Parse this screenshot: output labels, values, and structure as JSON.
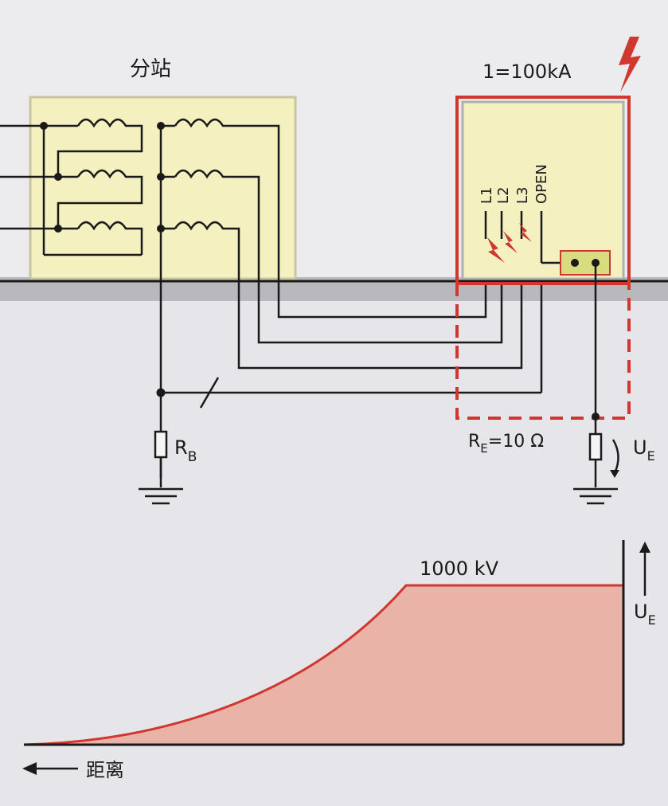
{
  "substation": {
    "label": "分站"
  },
  "current": {
    "label": "1=100kA"
  },
  "conductors": {
    "l1": "L1",
    "l2": "L2",
    "l3": "L3",
    "open": "OPEN"
  },
  "station_resistor": {
    "symbol": "R",
    "subscript": "B"
  },
  "earth_resistor": {
    "symbol": "R",
    "subscript": "E",
    "value": "=10 Ω"
  },
  "earth_voltage": {
    "symbol": "U",
    "subscript": "E"
  },
  "voltage_profile": {
    "peak_label": "1000 kV",
    "axis_label": "距离"
  },
  "colors": {
    "red": "#d0372e",
    "profile_fill": "#e9b3a7",
    "box_fill": "#f4f0c0",
    "ground_band": "#b9b8bc",
    "wire": "#1a1a1a"
  }
}
